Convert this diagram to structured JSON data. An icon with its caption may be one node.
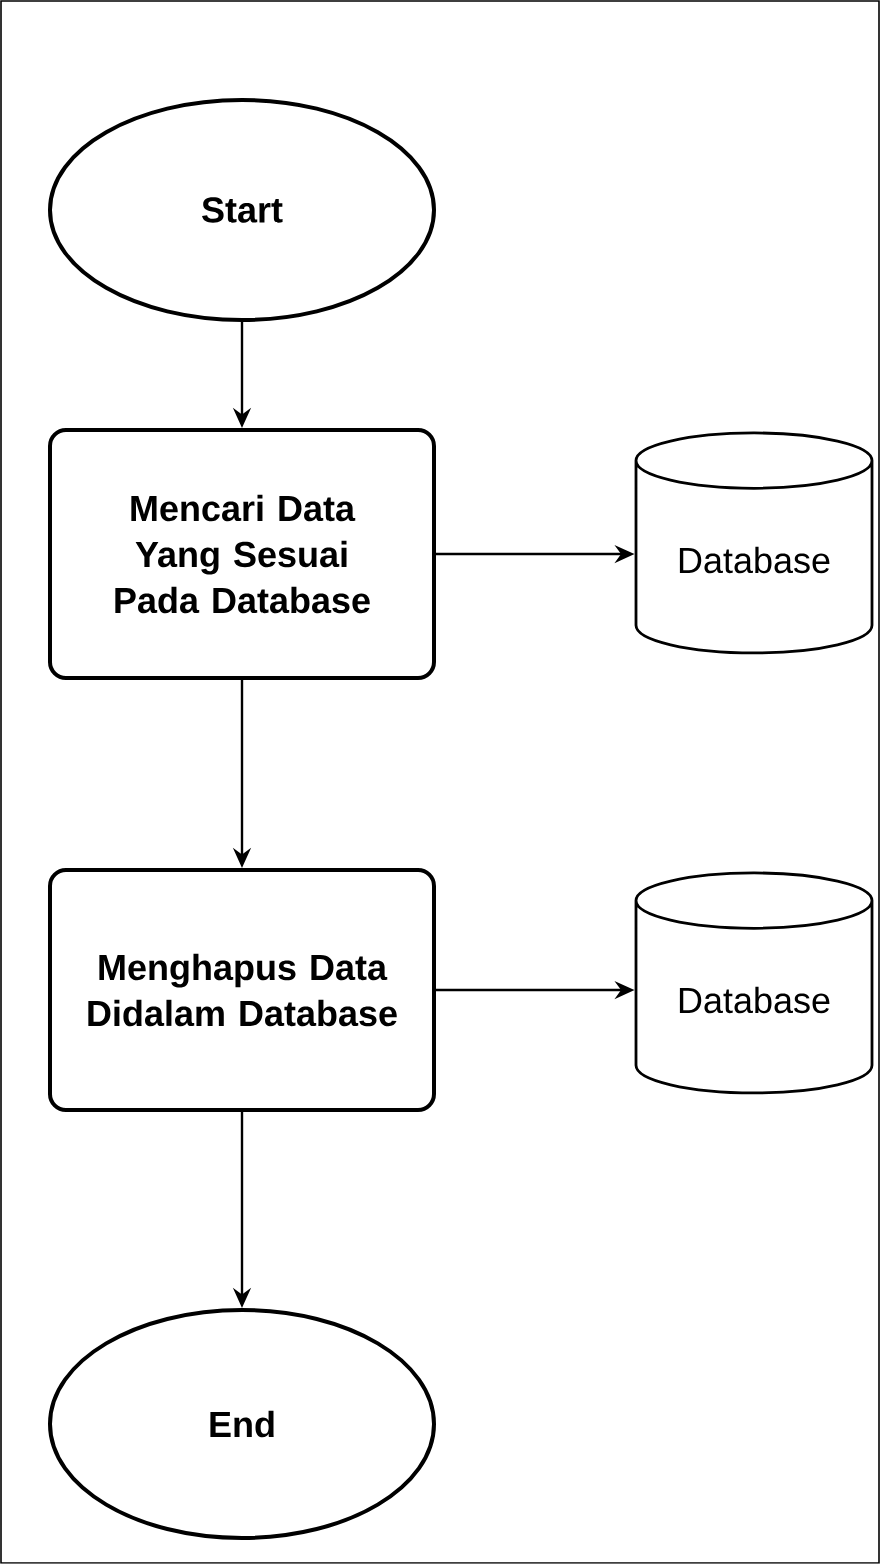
{
  "diagram": {
    "nodes": [
      {
        "text": [
          "Start"
        ]
      },
      {
        "text": [
          "Mencari Data Yang Sesuai Pada Database"
        ]
      },
      {
        "text": [
          "Database"
        ]
      },
      {
        "text": [
          "Menghapus Data Didalam Database"
        ]
      },
      {
        "text": [
          "Database"
        ]
      },
      {
        "text": [
          "End"
        ]
      }
    ],
    "edges": [
      {
        "from": 0,
        "to": 1,
        "arrow": "to"
      },
      {
        "from": 1,
        "to": 2,
        "arrow": "to"
      },
      {
        "from": 1,
        "to": 3,
        "arrow": "to"
      },
      {
        "from": 3,
        "to": 4,
        "arrow": "to"
      },
      {
        "from": 3,
        "to": 5,
        "arrow": "to"
      }
    ]
  }
}
